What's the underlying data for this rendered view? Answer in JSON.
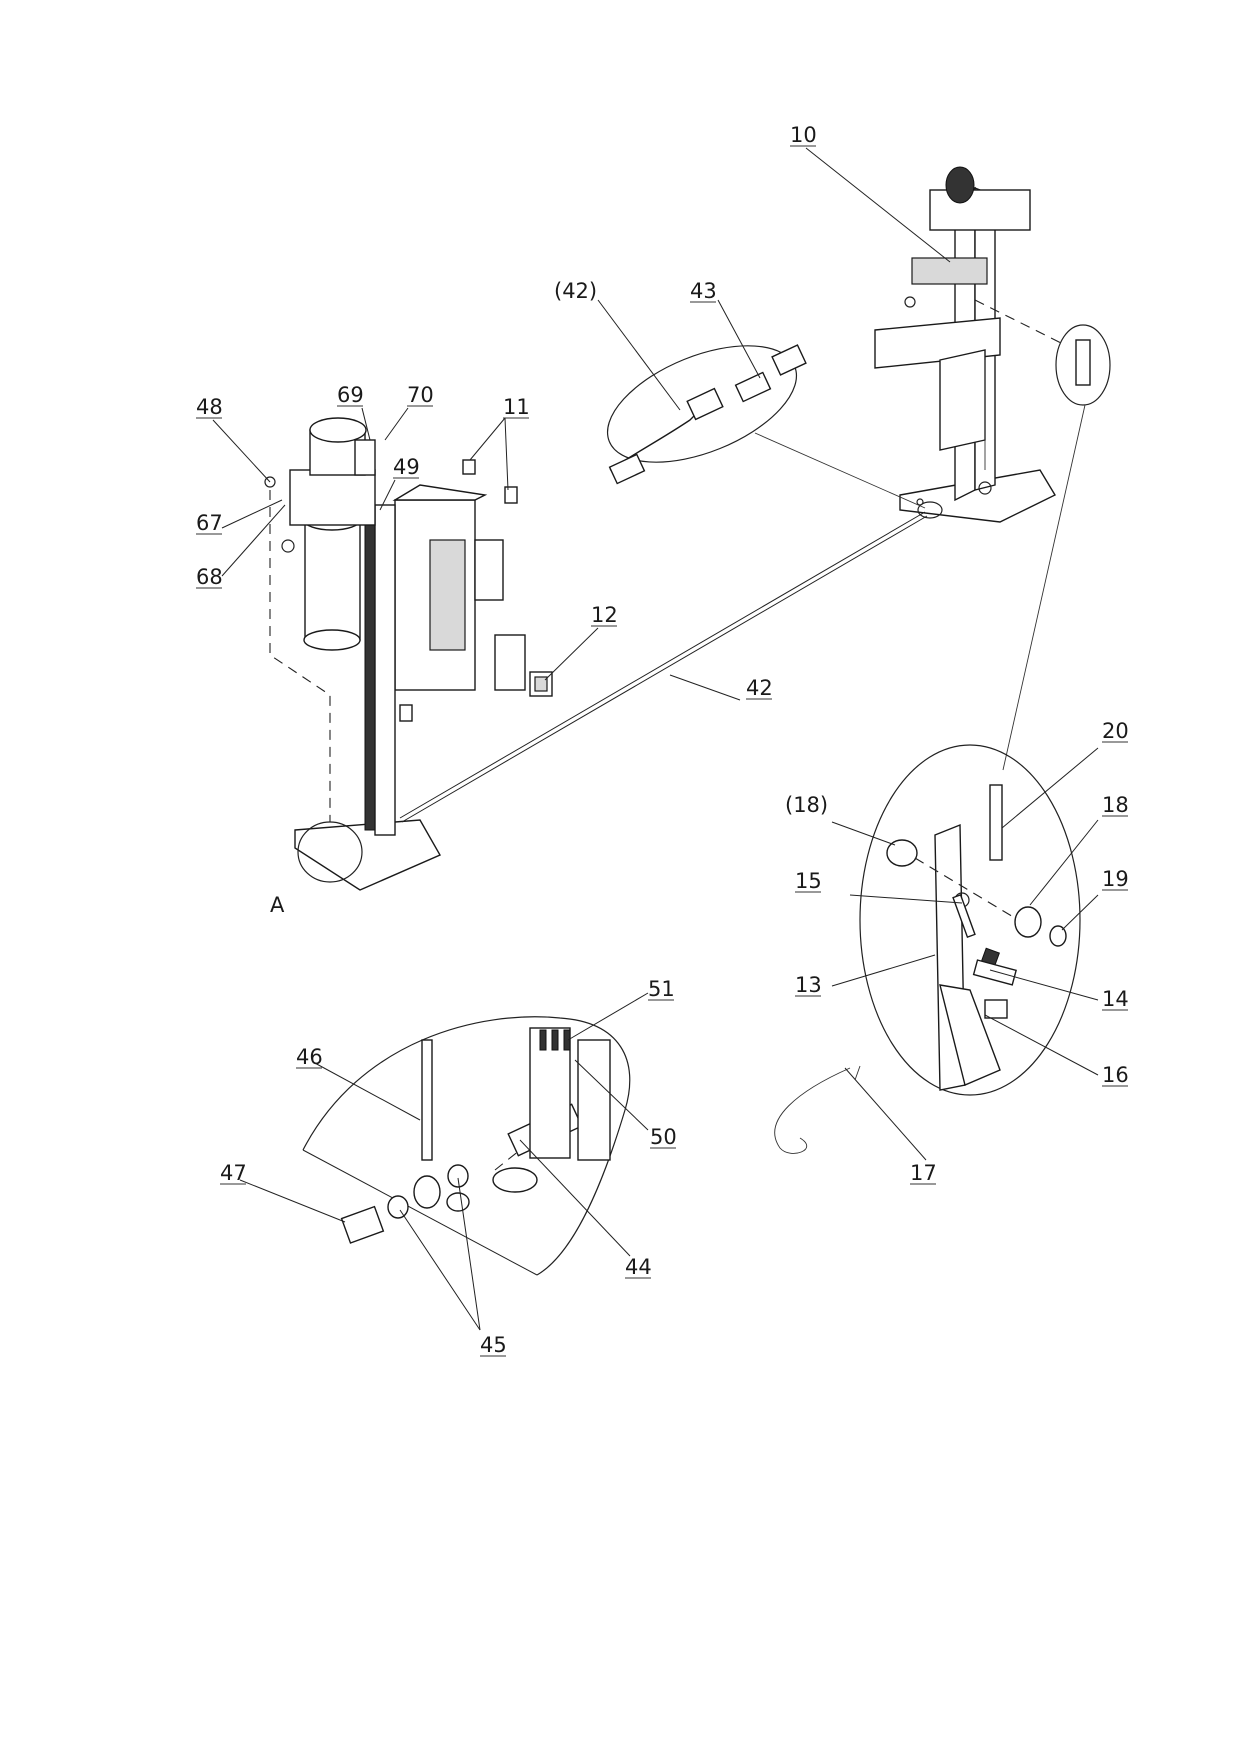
{
  "callouts": {
    "c10": "10",
    "c42p": "(42)",
    "c43": "43",
    "c48": "48",
    "c69": "69",
    "c70": "70",
    "c11": "11",
    "c49": "49",
    "c67": "67",
    "c68": "68",
    "c12": "12",
    "c42": "42",
    "c20": "20",
    "c18p": "(18)",
    "c18": "18",
    "c15": "15",
    "c19": "19",
    "c13": "13",
    "c14": "14",
    "c16": "16",
    "c17": "17",
    "c51": "51",
    "c46": "46",
    "c50": "50",
    "c47": "47",
    "c44": "44",
    "c45": "45"
  },
  "view_label": "A"
}
